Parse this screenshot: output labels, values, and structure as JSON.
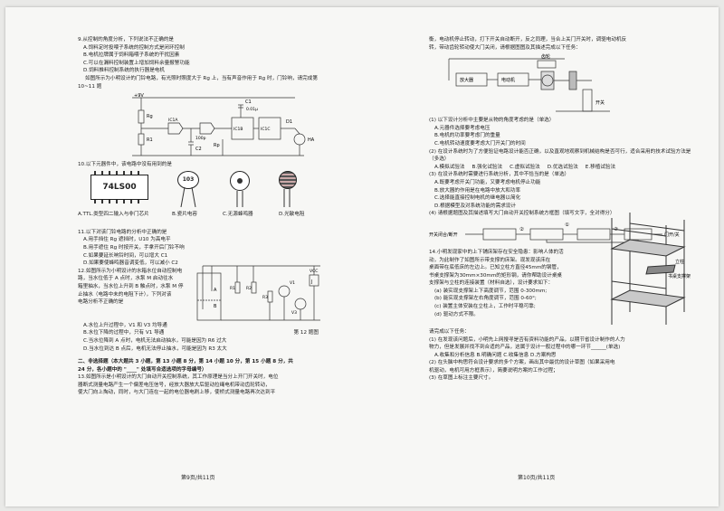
{
  "left_page": {
    "q9": {
      "title": "9.从控制的角度分析，下列说法不正确的是",
      "options": [
        "A.饲料定时投喂子系统的控制方式是闭环控制",
        "B.电机拉牌属于饲料箱喂子系统的干扰因素",
        "C.可以在漏料控制装置上增加饲料余量报警功能",
        "D.饲料推料控制系统的执行器是电机"
      ]
    },
    "intro_10_11": "如图所示为小明设计的门铃电路，有光照时照度大于 Rg 上，当有声音作用于 Rg 时，门铃响，请完成第 10~11 题",
    "circuit1_labels": [
      "+9V",
      "Rg",
      "R1",
      "IC1A",
      "IC1B",
      "IC1C",
      "C1",
      "C2",
      "Rp",
      "D1",
      "HA",
      "0.01μ",
      "100p"
    ],
    "q10": {
      "title": "10.以下元器件中，该电路中没有用到的是"
    },
    "components": [
      {
        "mark": "74LS00",
        "caption": "A.TTL.类型四二输入与非门芯片"
      },
      {
        "mark": "103",
        "caption": "B.瓷片电容"
      },
      {
        "mark": "",
        "caption": "C.无源蜂鸣器"
      },
      {
        "mark": "",
        "caption": "D.光敏电阻"
      }
    ],
    "q11": {
      "title": "11.以下对该门铃电路的分析中正确的是",
      "options": [
        "A.用手挡住 Rg 遮挡时，U10 为高电平",
        "B.用手遮住 Rg 时按开关，手拿开后门铃不响",
        "C.如果要延长响铃时间，可以增大 C1",
        "D.如果要使蜂鸣器音调变低，可以减小 C2"
      ]
    },
    "q12": {
      "lines": [
        "12.如图所示为小明设计的水箱水位自动控制电",
        "路，当水位低于 A 点时，水泵 M 启动往水",
        "箱里抽水，当水位上升到 B 触点时，水泵 M 停",
        "止抽水（电路中未的电阻下计），下列对该",
        "电路分析不正确的是"
      ],
      "options": [
        "A.水位上升过程中，V1 和 V3 均导通",
        "B.水位下降的过程中，只有 V1 导通",
        "C.当水位降到 A 点时，电机无法启动抽水，可能是因为 R6 过大",
        "D.当水位到达 B 点后，电机无法停止抽水，可能是因为 R3 太大"
      ],
      "figure_caption": "第 12 题图",
      "circuit_labels": [
        "VCC",
        "R1",
        "R2",
        "R3",
        "R4",
        "R5",
        "R6",
        "V1",
        "V2",
        "V3",
        "J",
        "M",
        "A",
        "B"
      ]
    },
    "section2": {
      "line1": "二、非选择题（本大题共 3 小题，第 13 小题 8 分，第 14 小题 10 分，第 15 小题 8 分，共",
      "line2": "24 分，各小题中的 \"____\" 处填写合适选项的字母编号）"
    },
    "q13": {
      "lines": [
        "13.如图所示是小明设计的大门自动开关控制系统，其工作原理是当分上开门开关时，电位",
        "器断式测量电路产生一个偏差电压信号，经放大器放大后驱动拉绳电机带动齿轮转动，",
        "使大门向上掏动，同时，与大门连在一起的电位器电刷上移，使桥式测量电路再次达到平"
      ]
    },
    "footer": "第9页/共11页"
  },
  "right_page": {
    "q13_cont": [
      "衡，电动机停止转动，打下开关自动断开，反之同理，当合上关门开关时，调驱电动机反",
      "转，带动齿轮转动使大门关闭，请根据图图及其描述完成以下任务："
    ],
    "diagram1_labels": [
      "放大器",
      "电动机",
      "齿轮",
      "开关"
    ],
    "q13_tasks": [
      {
        "text": "(1) 以下设计分析中主要是从物的角度考虑的是（单选）",
        "options": [
          "A.元器件选择要考虑电压",
          "B.电机的功率要考虑门的重量",
          "C.电机转动速度要考虑大门开关门的时间"
        ]
      },
      {
        "text": "(2) 在设计系统时为了方便验证电路设计能否正确，以及直观地观察到机械结构是否可行，适合采用的技术试验方法是（多选）",
        "options": [
          "A.模拟试验法",
          "B.强化试验法",
          "C.虚拟试验法",
          "D.优选试验法",
          "E.移植试验法"
        ]
      },
      {
        "text": "(3) 在设计系统时需要进行系统分析，其中不恰当的是（单选）",
        "options": [
          "A.既要考虑开关门功能，又要考虑电机停止功能",
          "B.放大器的作用是在电路中放大和功率",
          "C.选择能直接控制电机的继电器以简化",
          "D.根据模型及对系统功能的需求设计"
        ]
      },
      {
        "text": "(4) 请根据题图及其描述填写大门自动开关控制系统方框图（填写文字，全对得分）",
        "options": []
      }
    ],
    "block_diagram": {
      "input": "开关闭合/断开",
      "output": "门开/关",
      "nums": [
        "①",
        "②",
        "③"
      ]
    },
    "q14": {
      "lines": [
        "14.小明发现家中的上下铺床架存在安全隐患：影响人体的活",
        "动，为此制作了如图所示带支撑的床架。现发现该床在",
        "桌面带在底低床的左边上。已知立柱方直径45mm的钢管，",
        "书桌支撑架为30mm×30mm的矩形钢，请你帮助设计桌桌",
        "支撑架与立柱的连接装置（材料自选），设计要求如下："
      ],
      "reqs": [
        "(a) 装实现支撑架上下高度调节，范围 0-300mm;",
        "(b) 能实现支撑架左右角度调节，范围 0-60°;",
        "(c) 装置主体安装在立柱上，工作时平稳可靠;",
        "(d) 驱动方式不限。"
      ],
      "figure_labels": [
        "床架",
        "立柱",
        "书桌支撑架"
      ]
    },
    "q14_tasks": [
      "请完成以下任务：",
      "(1) 在发现该问题后，小明先上网搜寻是否有资料功能的产品，以期节省设计制作的人力",
      "物力，但是发展并找不到合适的产品，这属于设计一般过程中的哪一环节______(单选)",
      "A.收集和分析信息  B.明确问题  C.收集信息  D.方案构思",
      "(2) 在头脑中构思符合设计要求的多个方案，画出其中最优的设计草图（如果采用电",
      "机驱动，电机可用方框表示），简要说明方案的工作过程；",
      "(3) 在草图上标注主要尺寸。"
    ],
    "footer": "第10页/共11页"
  }
}
